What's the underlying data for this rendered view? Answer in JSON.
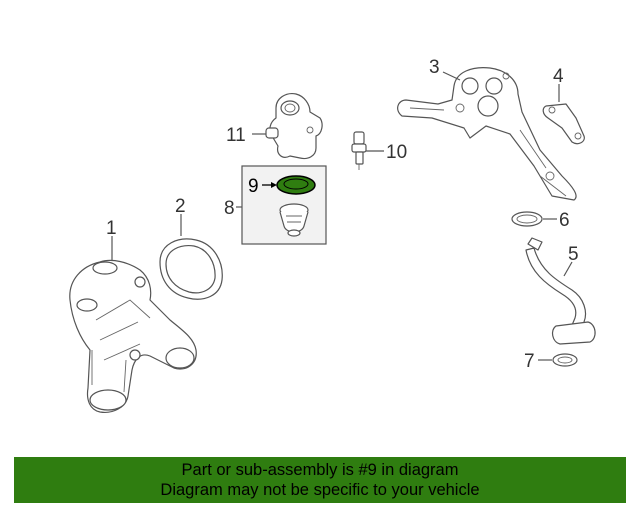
{
  "callouts": {
    "c1": "1",
    "c2": "2",
    "c3": "3",
    "c4": "4",
    "c5": "5",
    "c6": "6",
    "c7": "7",
    "c8": "8",
    "c9": "9",
    "c10": "10",
    "c11": "11"
  },
  "highlighted_part": "9",
  "colors": {
    "banner_background": "#2f7d10",
    "highlight_fill": "#2f7d10",
    "group_box_fill": "#f2f2f2"
  },
  "banner": {
    "line1": "Part or sub-assembly is #9 in diagram",
    "line2": "Diagram may not be specific to your vehicle"
  }
}
